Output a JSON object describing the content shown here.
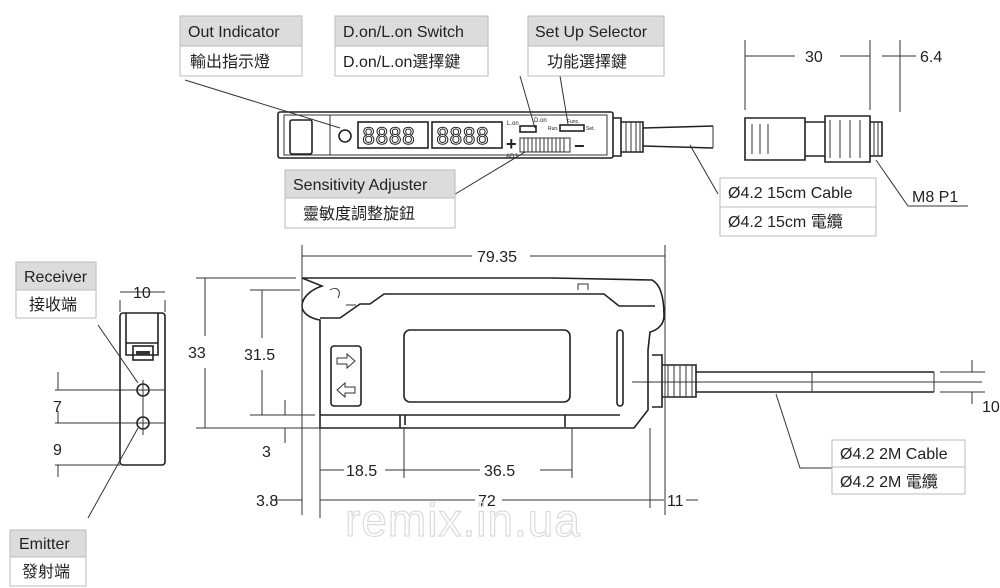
{
  "labels": {
    "out_indicator": {
      "en": "Out Indicator",
      "zh": "輸出指示燈"
    },
    "don_lon_switch": {
      "en": "D.on/L.on Switch",
      "zh": "D.on/L.on選擇鍵"
    },
    "setup_selector": {
      "en": "Set Up Selector",
      "zh": "功能選擇鍵"
    },
    "sensitivity_adjuster": {
      "en": "Sensitivity Adjuster",
      "zh": "靈敏度調整旋鈕"
    },
    "cable_15cm": {
      "en": "Ø4.2 15cm Cable",
      "zh": "Ø4.2 15cm 電纜"
    },
    "connector": "M8 P1",
    "receiver": {
      "en": "Receiver",
      "zh": "接收端"
    },
    "emitter": {
      "en": "Emitter",
      "zh": "發射端"
    },
    "cable_2m": {
      "en": "Ø4.2 2M Cable",
      "zh": "Ø4.2 2M 電纜"
    }
  },
  "device_marks": {
    "display_left": "8888",
    "display_right": "8888",
    "lon": "L.on",
    "don": "D.on",
    "run": "Run.",
    "set": "Set.",
    "func": "Func.",
    "adj": "ADJ",
    "plus": "+",
    "minus": "−"
  },
  "dimensions": {
    "connector_length": "30",
    "connector_tip": "6.4",
    "overall_length": "79.35",
    "overall_height": "33",
    "body_height": "31.5",
    "side_width": "10",
    "receiver_spacing": "7",
    "emitter_offset": "9",
    "rail_offset": "3",
    "mount_left": "18.5",
    "mount_span": "36.5",
    "body_length": "72",
    "front_offset": "3.8",
    "rear_offset": "11",
    "cable_dia": "10"
  },
  "watermark": "remix.in.ua"
}
